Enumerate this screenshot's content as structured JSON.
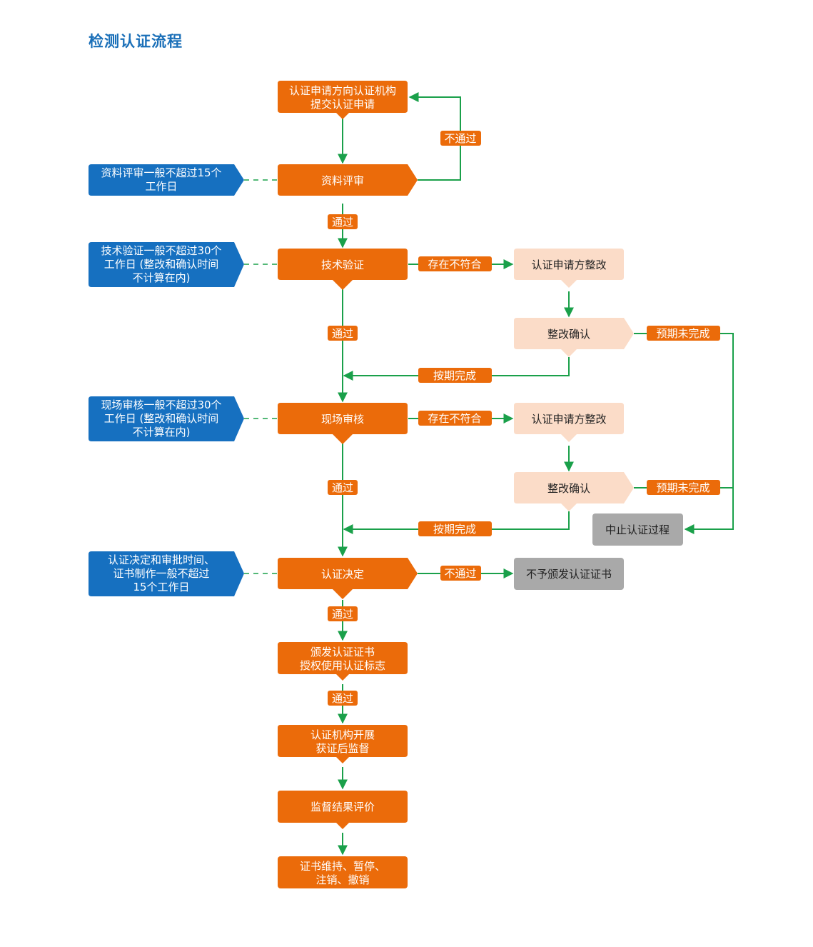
{
  "title": "检测认证流程",
  "colors": {
    "orange": "#eb6b0a",
    "blue": "#1670c0",
    "peach": "#fbdcc8",
    "gray": "#a9a9a9",
    "green": "#1aa04a",
    "title": "#1a6fb8"
  },
  "nodes": {
    "apply": [
      "认证申请方向认证机构",
      "提交认证申请"
    ],
    "doc_review": [
      "资料评审"
    ],
    "tech_verify": [
      "技术验证"
    ],
    "site_audit": [
      "现场审核"
    ],
    "decision": [
      "认证决定"
    ],
    "issue": [
      "颁发认证证书",
      "授权使用认证标志"
    ],
    "supervise": [
      "认证机构开展",
      "获证后监督"
    ],
    "evaluate": [
      "监督结果评价"
    ],
    "maintain": [
      "证书维持、暂停、",
      "注销、撤销"
    ],
    "rectify1": [
      "认证申请方整改"
    ],
    "confirm1": [
      "整改确认"
    ],
    "rectify2": [
      "认证申请方整改"
    ],
    "confirm2": [
      "整改确认"
    ],
    "terminate": [
      "中止认证过程"
    ],
    "no_issue": [
      "不予颁发认证证书"
    ]
  },
  "notes": {
    "doc_review": [
      "资料评审一般不超过15个",
      "工作日"
    ],
    "tech_verify": [
      "技术验证一般不超过30个",
      "工作日 (整改和确认时间",
      "不计算在内)"
    ],
    "site_audit": [
      "现场审核一般不超过30个",
      "工作日 (整改和确认时间",
      "不计算在内)"
    ],
    "decision": [
      "认证决定和审批时间、",
      "证书制作一般不超过",
      "15个工作日"
    ]
  },
  "labels": {
    "fail_top": "不通过",
    "pass1": "通过",
    "nonconform1": "存在不符合",
    "pass2": "通过",
    "overdue1": "预期未完成",
    "ontime1": "按期完成",
    "nonconform2": "存在不符合",
    "pass3": "通过",
    "overdue2": "预期未完成",
    "ontime2": "按期完成",
    "fail_decision": "不通过",
    "pass4": "通过",
    "pass5": "通过"
  }
}
